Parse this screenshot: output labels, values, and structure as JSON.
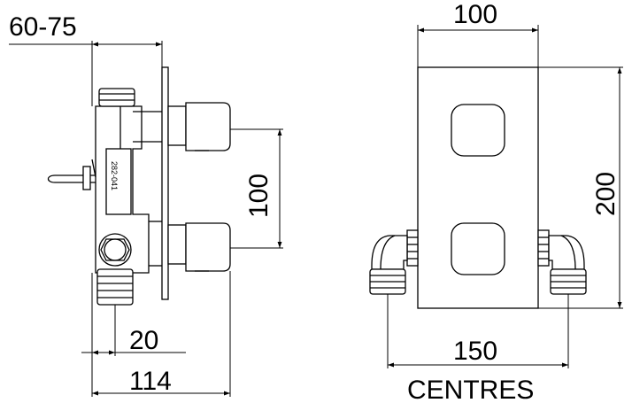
{
  "dimensions": {
    "mounting_depth": "60-75",
    "side_spacing": "100",
    "front_width": "100",
    "front_height": "200",
    "offset_from_wall": "20",
    "overall_depth": "114",
    "centres_value": "150",
    "centres_label": "CENTRES"
  },
  "valve_body_marking": "282-041",
  "colors": {
    "line": "#000000",
    "background": "#ffffff"
  }
}
